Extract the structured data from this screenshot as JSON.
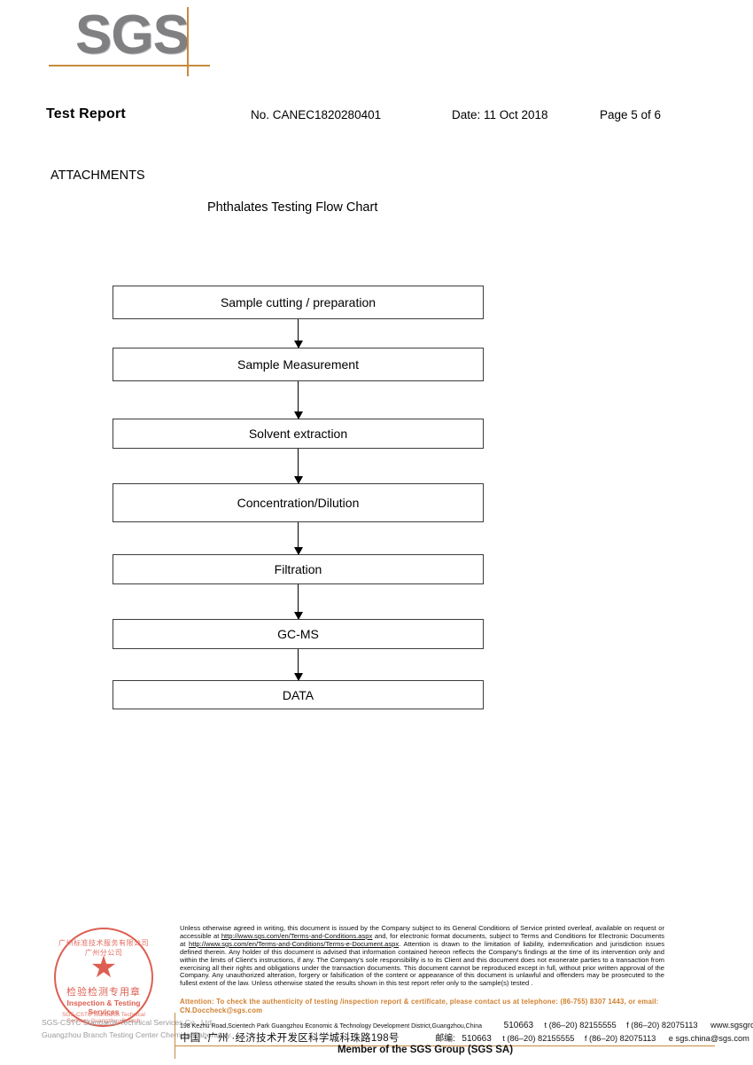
{
  "logo": {
    "text": "SGS",
    "accent_color": "#c88a3d",
    "text_color": "#808083"
  },
  "header": {
    "title": "Test Report",
    "report_no": "No. CANEC1820280401",
    "date": "Date: 11 Oct 2018",
    "page": "Page 5 of 6"
  },
  "body": {
    "section_label": "ATTACHMENTS",
    "flow_title": "Phthalates Testing Flow Chart"
  },
  "chart_data": {
    "type": "diagram",
    "title": "Phthalates Testing Flow Chart",
    "orientation": "vertical",
    "steps": [
      {
        "label": "Sample cutting / preparation",
        "height": 38
      },
      {
        "label": "Sample Measurement",
        "height": 38
      },
      {
        "label": "Solvent extraction",
        "height": 34
      },
      {
        "label": "Concentration/Dilution",
        "height": 44
      },
      {
        "label": "Filtration",
        "height": 34
      },
      {
        "label": "GC-MS",
        "height": 34
      },
      {
        "label": "DATA",
        "height": 33
      }
    ],
    "connectors": [
      {
        "from": 0,
        "to": 1,
        "gap": 32
      },
      {
        "from": 1,
        "to": 2,
        "gap": 42
      },
      {
        "from": 2,
        "to": 3,
        "gap": 39
      },
      {
        "from": 3,
        "to": 4,
        "gap": 36
      },
      {
        "from": 4,
        "to": 5,
        "gap": 39
      },
      {
        "from": 5,
        "to": 6,
        "gap": 35
      }
    ]
  },
  "seal": {
    "star": "★",
    "arc_top": "广州标准技术服务有限公司广州分公司",
    "chinese_label": "检验检测专用章",
    "english_label": "Inspection & Testing Services",
    "arc_bottom": "SGS-CSTC Standards Technical Services Guangzhou Branch",
    "company_line_1": "SGS-CSTC Standards Technical Services Co., Ltd.",
    "company_line_2": "Guangzhou Branch Testing Center Chemical Laboratory.",
    "color": "#d94a3a"
  },
  "footer": {
    "legal_text": "Unless otherwise agreed in writing, this document is issued by the Company subject to its General Conditions of Service printed overleaf, available on request or accessible at http://www.sgs.com/en/Terms-and-Conditions.aspx and, for electronic format documents, subject to Terms and Conditions for Electronic Documents at http://www.sgs.com/en/Terms-and-Conditions/Terms-e-Document.aspx. Attention is drawn to the limitation of liability, indemnification and jurisdiction issues defined therein. Any holder of this document is advised that information contained hereon reflects the Company's findings at the time of its intervention only and within the limits of Client's instructions, if any. The Company's sole responsibility is to its Client and this document does not exonerate parties to a transaction from exercising all their rights and obligations under the transaction documents. This document cannot be reproduced except in full, without prior written approval of the Company. Any unauthorized alteration, forgery or falsification of the content or appearance of this document is unlawful and offenders may be prosecuted to the fullest extent of the law. Unless otherwise stated the results shown in this test report refer only to the sample(s) tested .",
    "attention_text": "Attention: To check the authenticity of testing /inspection report & certificate, please contact us at telephone: (86-755) 8307 1443, or email: CN.Doccheck@sgs.com",
    "attention_color": "#d08030",
    "address_en": {
      "street": "198 Kezhu Road,Scientech Park Guangzhou Economic & Technology Development District,Guangzhou,China",
      "zip": "510663",
      "tel": "t (86–20) 82155555",
      "fax": "f (86–20) 82075113",
      "web": "www.sgsgroup.com.cn"
    },
    "address_cn": {
      "street": "中国 ·广州 ·经济技术开发区科学城科珠路198号",
      "zip_label": "邮编:",
      "zip": "510663",
      "tel": "t (86–20) 82155555",
      "fax": "f (86–20) 82075113",
      "email": "e  sgs.china@sgs.com"
    },
    "member_line": "Member of the SGS Group (SGS SA)",
    "rule_color": "#c88a3d"
  }
}
